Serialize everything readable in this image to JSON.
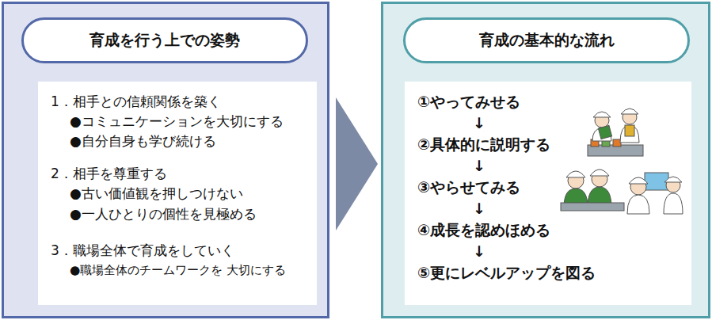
{
  "diagram": {
    "nodes": [
      {
        "text": [
          "育成を行う上での姿勢"
        ]
      },
      {
        "text": [
          "1．相手との信頼関係を築く",
          "●コミュニケーションを大切にする",
          "●自分自身も学び続ける",
          "2．相手を尊重する",
          "●古い価値観を押しつけない",
          "●一人ひとりの個性を見極める",
          "3．職場全体で育成をしていく",
          "●職場全体のチームワークを 大切にする"
        ],
        "in": 0
      },
      {
        "text": [
          "育成の基本的な流れ"
        ]
      },
      {
        "text": [
          "①やってみせる",
          "↓",
          "②具体的に説明する",
          "↓",
          "③やらせてみる",
          "↓",
          "④成長を認めほめる",
          "↓",
          "⑤更にレベルアップを図る"
        ],
        "in": 2
      }
    ],
    "edges": [
      {
        "from": 0,
        "to": 2,
        "arrow": "to"
      }
    ]
  }
}
